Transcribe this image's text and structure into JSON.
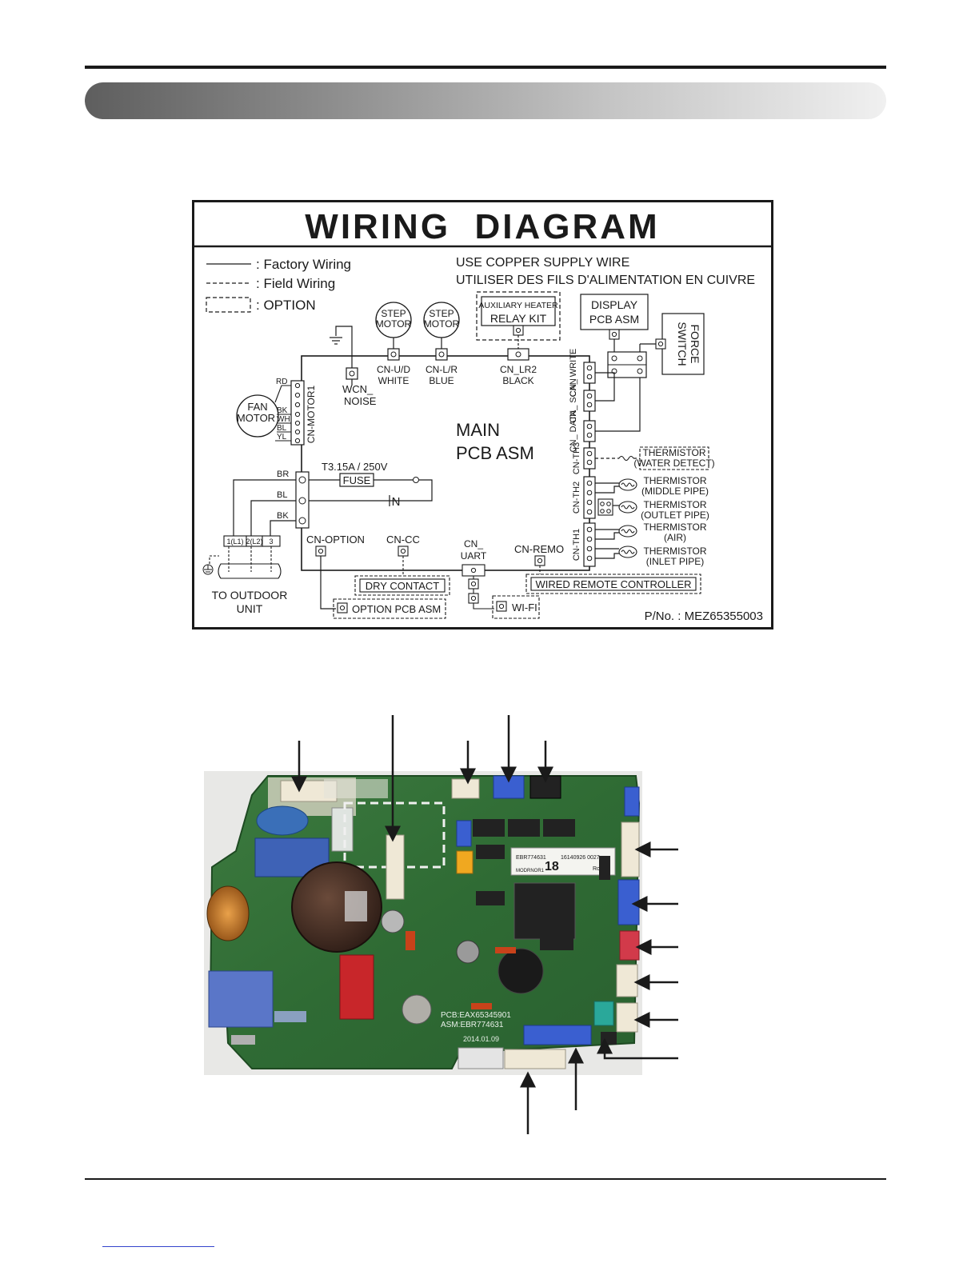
{
  "diagram": {
    "title": "WIRING  DIAGRAM",
    "legend": {
      "factory": ": Factory Wiring",
      "field": ": Field Wiring",
      "option": ": OPTION"
    },
    "notice_en": "USE COPPER SUPPLY WIRE",
    "notice_fr": "UTILISER DES FILS D'ALIMENTATION EN CUIVRE",
    "step_motor_1": [
      "STEP",
      "MOTOR"
    ],
    "step_motor_2": [
      "STEP",
      "MOTOR"
    ],
    "aux_heater": [
      "AUXILIARY HEATER",
      "RELAY KIT"
    ],
    "display_pcb": [
      "DISPLAY",
      "PCB ASM"
    ],
    "force_switch": [
      "FORCE",
      "SWITCH"
    ],
    "cn_ud": [
      "CN-U/D",
      "WHITE"
    ],
    "cn_lr": [
      "CN-L/R",
      "BLUE"
    ],
    "cn_lr2": [
      "CN_LR2",
      "BLACK"
    ],
    "wcn_noise": [
      "WCN_",
      "NOISE"
    ],
    "fan_motor": [
      "FAN",
      "MOTOR"
    ],
    "motor_wires": [
      "RD",
      "BK",
      "WH",
      "BL",
      "YL"
    ],
    "cn_motor1": "CN-MOTOR1",
    "main_pcb": [
      "MAIN",
      "PCB ASM"
    ],
    "fuse_rating": "T3.15A / 250V",
    "fuse": "FUSE",
    "neutral": "N",
    "power_wires": [
      "BR",
      "BL",
      "BK"
    ],
    "terminals": [
      "1(L1)",
      "2(L2)",
      "3"
    ],
    "outdoor": [
      "TO OUTDOOR",
      "UNIT"
    ],
    "cn_option": "CN-OPTION",
    "cn_cc": "CN-CC",
    "cn_uart": [
      "CN_",
      "UART"
    ],
    "cn_remo": "CN-REMO",
    "dry_contact": "DRY CONTACT",
    "wired_remote": "WIRED REMOTE CONTROLLER",
    "option_pcb": "OPTION PCB ASM",
    "wifi": "WI-FI",
    "right_connectors": [
      "CN_ WRITE",
      "CN_ SCAN",
      "CN_ DATA",
      "CN-TH3",
      "CN-TH2",
      "CN-TH1"
    ],
    "thermistors": [
      [
        "THERMISTOR",
        "(WATER DETECT)"
      ],
      [
        "THERMISTOR",
        "(MIDDLE PIPE)"
      ],
      [
        "THERMISTOR",
        "(OUTLET PIPE)"
      ],
      [
        "THERMISTOR",
        "(AIR)"
      ],
      [
        "THERMISTOR",
        "(INLET PIPE)"
      ]
    ],
    "part_no": "P/No. : MEZ65355003"
  },
  "photo": {
    "chip_label": [
      "EBR774631",
      "18",
      "16140926 0027",
      "MODRNOR1",
      "RoHS"
    ],
    "pcb_text": [
      "PCB:EAX65345901",
      "ASM:EBR774631",
      "2014.01.09"
    ]
  },
  "colors": {
    "board_green": "#2f6b34",
    "connector_blue": "#3a5fd0",
    "connector_red": "#d23a4a",
    "connector_cream": "#efe8d6"
  }
}
